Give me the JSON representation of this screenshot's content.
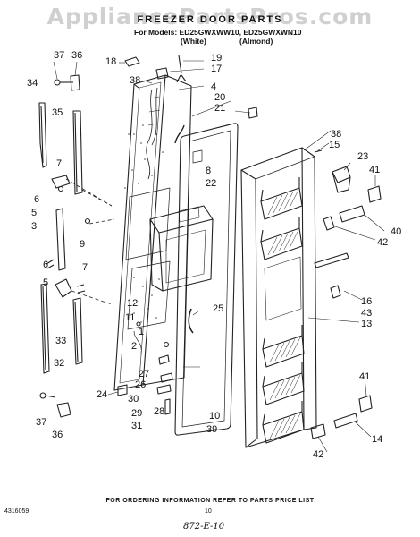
{
  "watermark": "AppliancePartsPros.com",
  "title": "FREEZER DOOR PARTS",
  "models_line": "For Models: ED25GWXWW10, ED25GWXWN10",
  "color_white": "(White)",
  "color_almond": "(Almond)",
  "footer_note": "FOR ORDERING INFORMATION REFER TO PARTS PRICE LIST",
  "doc_number": "4316059",
  "page_number": "10",
  "handwritten_note": "872-E-10",
  "callouts": [
    "37",
    "36",
    "34",
    "35",
    "7",
    "6",
    "5",
    "3",
    "9",
    "6",
    "5",
    "7",
    "33",
    "32",
    "37",
    "36",
    "24",
    "18",
    "38",
    "19",
    "17",
    "4",
    "20",
    "21",
    "12",
    "11",
    "2",
    "1",
    "27",
    "26",
    "30",
    "29",
    "28",
    "31",
    "8",
    "22",
    "25",
    "10",
    "39",
    "38",
    "15",
    "23",
    "41",
    "40",
    "42",
    "16",
    "43",
    "13",
    "41",
    "14",
    "42"
  ]
}
